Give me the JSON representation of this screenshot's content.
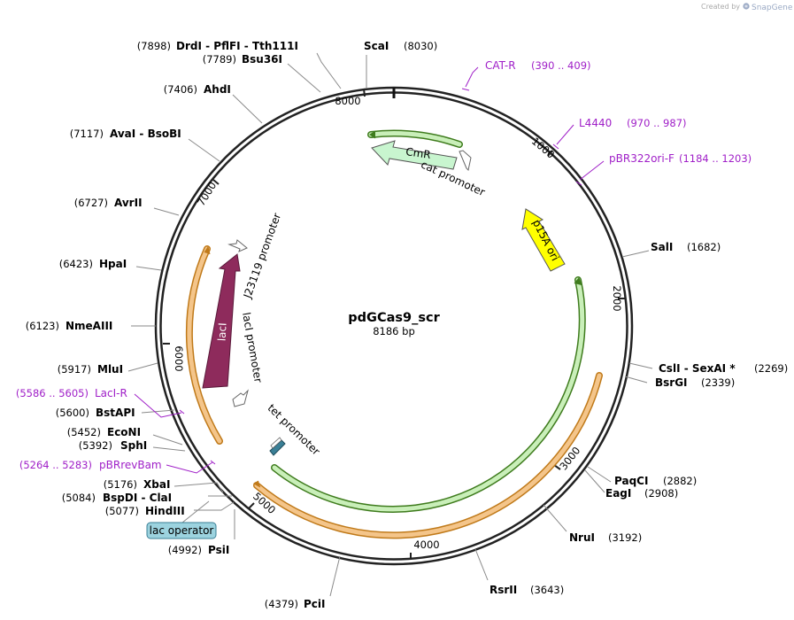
{
  "credit": {
    "prefix": "Created by",
    "brand": "SnapGene"
  },
  "map": {
    "name": "pdGCas9_scr",
    "size_label": "8186 bp",
    "length_bp": 8186,
    "colors": {
      "backbone": "#222222",
      "site_leader": "#8a8a8a",
      "primer": "#a020c8",
      "orange_feature": "#f4c58a",
      "green_feature": "#c9efb9",
      "cmr": "#c8f5cf",
      "laci": "#8e2b5c",
      "p15a": "#ffff00",
      "lac_operator": "#9cd3df",
      "tet_promoter_box": "#3a7f96"
    }
  },
  "ticks": [
    "1000",
    "2000",
    "3000",
    "4000",
    "5000",
    "6000",
    "7000",
    "8000"
  ],
  "sites": [
    {
      "name": "DrdI  - PflFI  - Tth111I",
      "pos": "(7898)"
    },
    {
      "name": "Bsu36I",
      "pos": "(7789)"
    },
    {
      "name": "ScaI",
      "pos": "(8030)"
    },
    {
      "name": "AhdI",
      "pos": "(7406)"
    },
    {
      "name": "AvaI  - BsoBI",
      "pos": "(7117)"
    },
    {
      "name": "AvrII",
      "pos": "(6727)"
    },
    {
      "name": "HpaI",
      "pos": "(6423)"
    },
    {
      "name": "NmeAIII",
      "pos": "(6123)"
    },
    {
      "name": "MluI",
      "pos": "(5917)"
    },
    {
      "name": "BstAPI",
      "pos": "(5600)"
    },
    {
      "name": "EcoNI",
      "pos": "(5452)"
    },
    {
      "name": "SphI",
      "pos": "(5392)"
    },
    {
      "name": "XbaI",
      "pos": "(5176)"
    },
    {
      "name": "BspDI  - ClaI",
      "pos": "(5084)"
    },
    {
      "name": "HindIII",
      "pos": "(5077)"
    },
    {
      "name": "PsiI",
      "pos": "(4992)"
    },
    {
      "name": "PciI",
      "pos": "(4379)"
    },
    {
      "name": "RsrII",
      "pos": "(3643)"
    },
    {
      "name": "NruI",
      "pos": "(3192)"
    },
    {
      "name": "PaqCI",
      "pos": "(2882)"
    },
    {
      "name": "EagI",
      "pos": "(2908)"
    },
    {
      "name": "BsrGI",
      "pos": "(2339)"
    },
    {
      "name": "CslI  - SexAI *",
      "pos": "(2269)"
    },
    {
      "name": "SalI",
      "pos": "(1682)"
    }
  ],
  "primers": [
    {
      "name": "CAT-R",
      "range": "(390 .. 409)"
    },
    {
      "name": "L4440",
      "range": "(970 .. 987)"
    },
    {
      "name": "pBR322ori-F",
      "range": "(1184 .. 1203)"
    },
    {
      "name": "LacI-R",
      "range": "(5586 .. 5605)"
    },
    {
      "name": "pBRrevBam",
      "range": "(5264 .. 5283)"
    }
  ],
  "features": {
    "cmr": "CmR",
    "cat_promoter": "cat promoter",
    "p15a_ori": "p15A ori",
    "laci": "lacI",
    "laci_promoter": "lacI promoter",
    "j23119_promoter": "J23119 promoter",
    "tet_promoter": "tet promoter",
    "lac_operator": "lac operator"
  }
}
